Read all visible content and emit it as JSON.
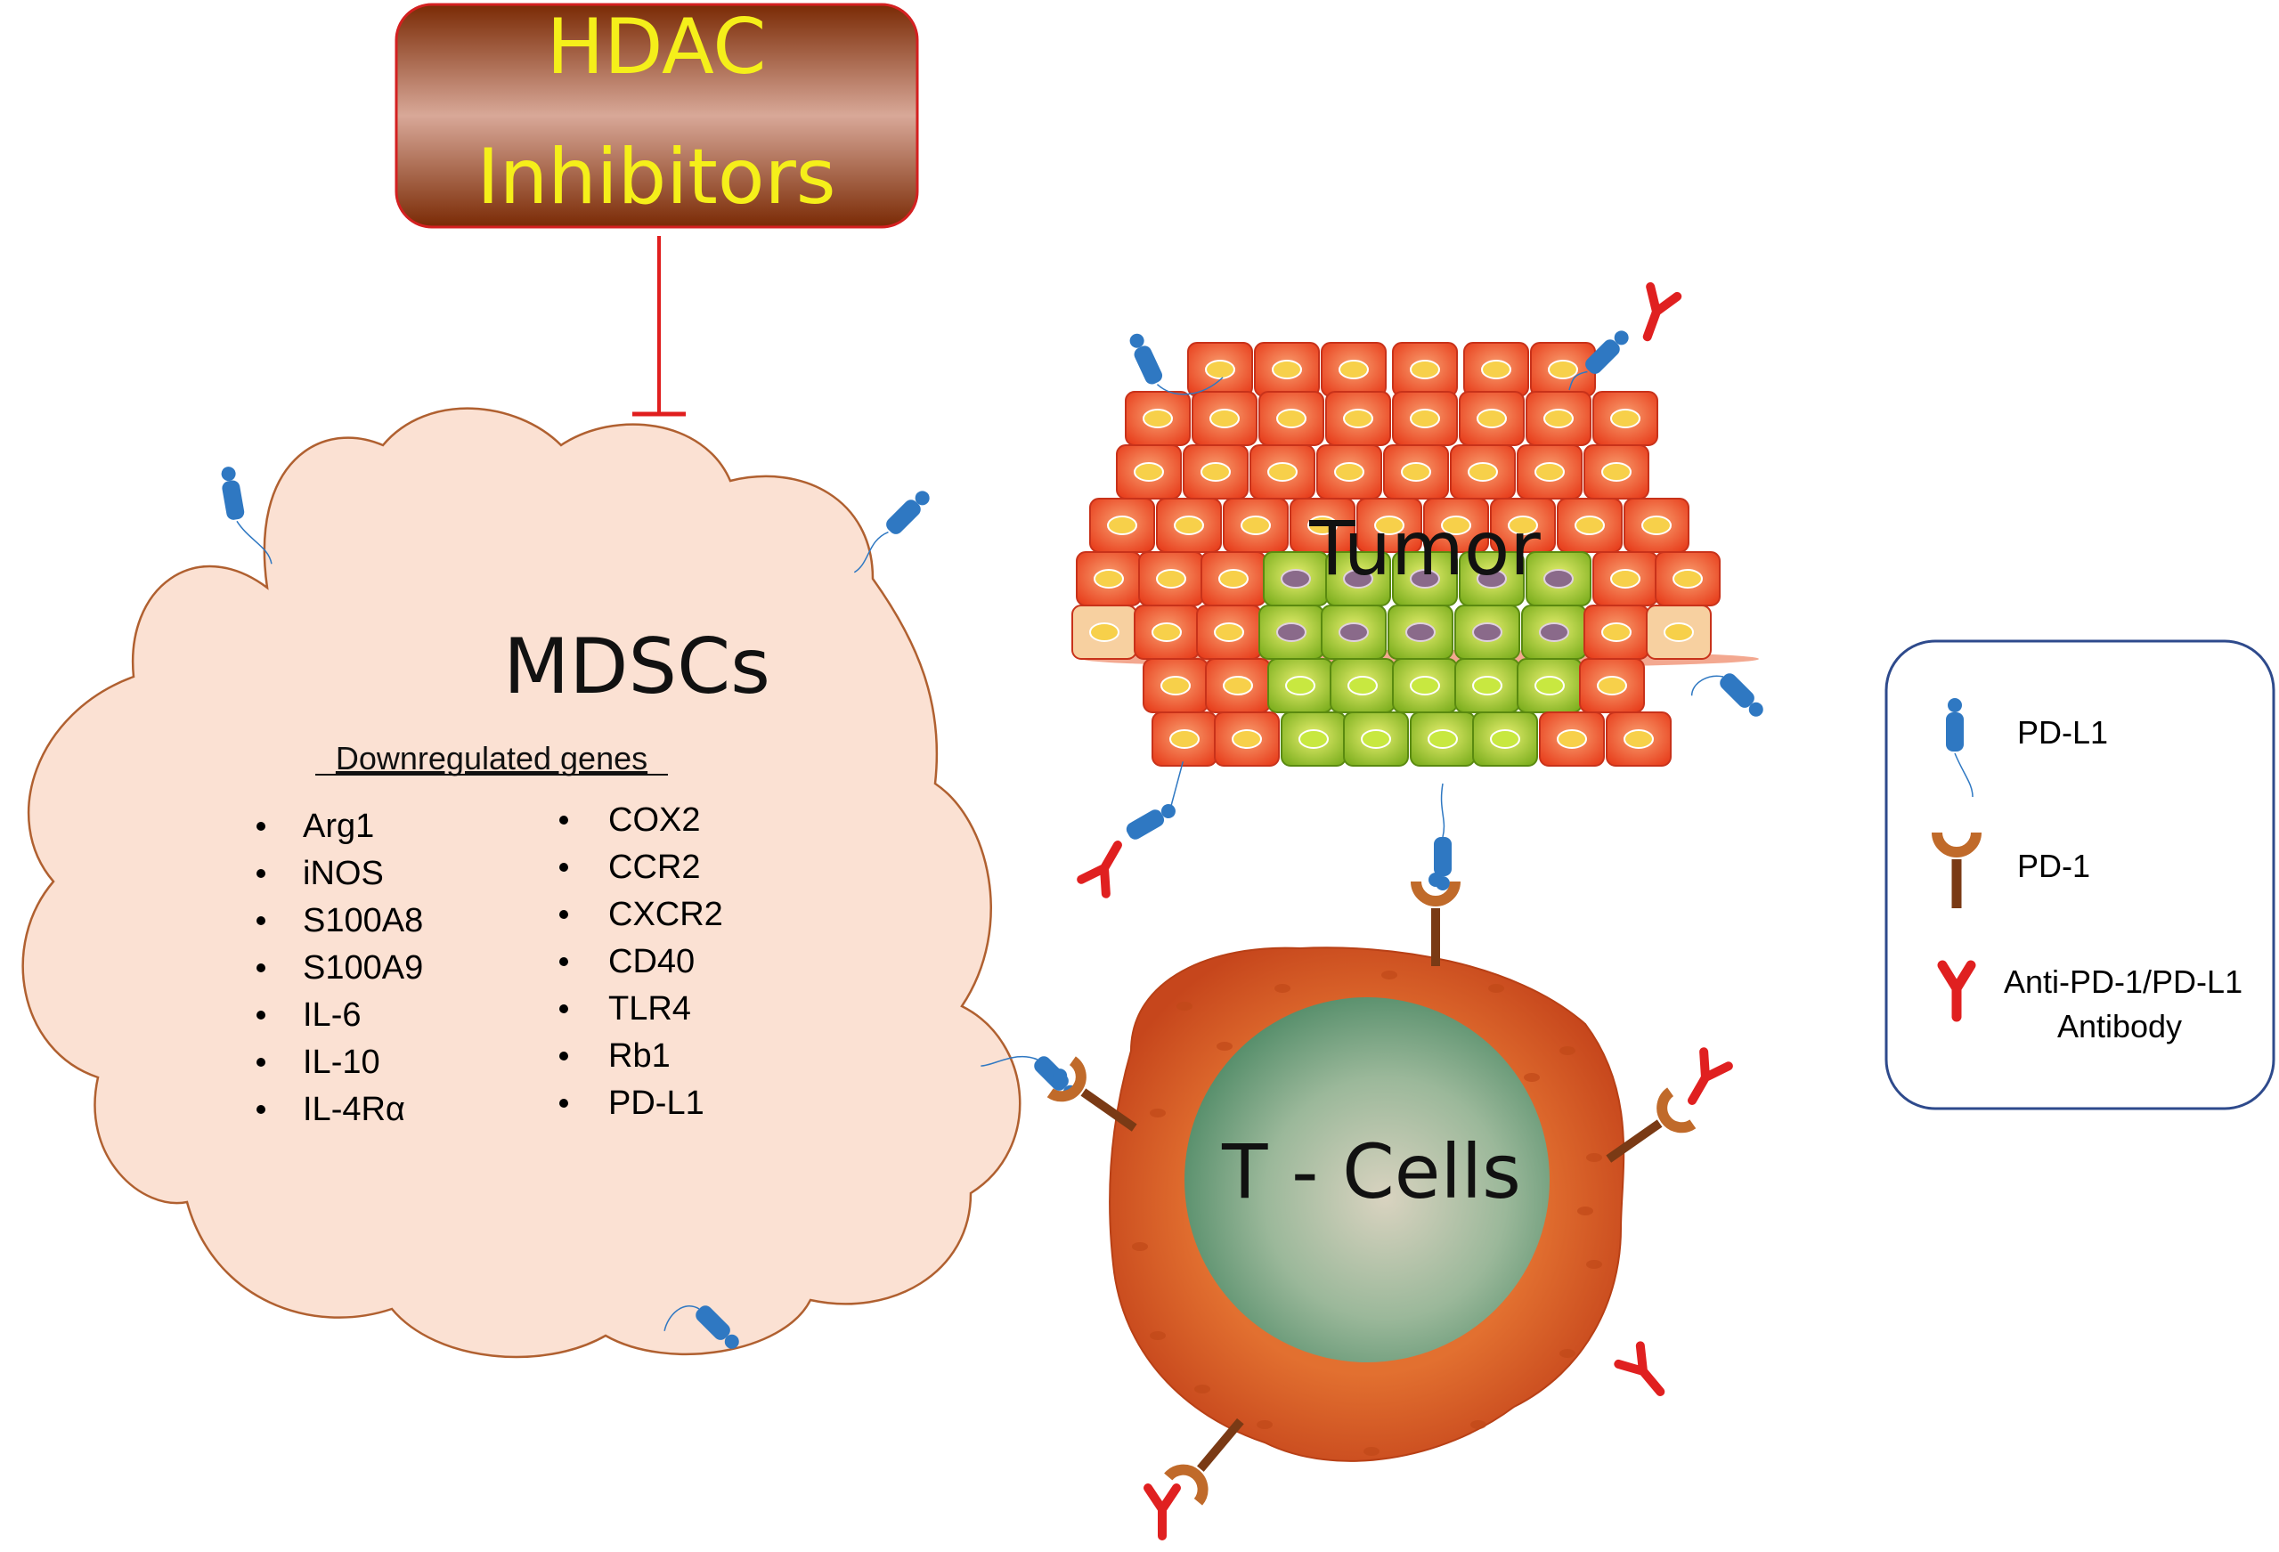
{
  "inhibitor_box": {
    "line1": "HDAC",
    "line2": "Inhibitors",
    "text_color": "#f5ef1a",
    "gradient": [
      "#7a2a05",
      "#d8a898",
      "#7a2a05"
    ],
    "border_color": "#d42020"
  },
  "inhibition_arrow_color": "#e01e1e",
  "mdsc": {
    "title": "MDSCs",
    "subtitle": "Downregulated genes",
    "fill": "#fbe1d3",
    "stroke": "#b06030",
    "genes_left": [
      "Arg1",
      "iNOS",
      "S100A8",
      "S100A9",
      "IL-6",
      "IL-10",
      "IL-4Rα"
    ],
    "genes_right": [
      "COX2",
      "CCR2",
      "CXCR2",
      "CD40",
      "TLR4",
      "Rb1",
      "PD-L1"
    ]
  },
  "tumor": {
    "label": "Tumor",
    "outer_cell_color": "#f0502a",
    "inner_cell_color": "#a8cc30"
  },
  "tcell": {
    "label": "T - Cells",
    "outer_color": "#e0662c",
    "nucleus_color": "#5f9a72"
  },
  "legend": {
    "items": [
      {
        "icon": "pd-l1",
        "label": "PD-L1"
      },
      {
        "icon": "pd-1",
        "label": "PD-1"
      },
      {
        "icon": "antibody",
        "label_line1": "Anti-PD-1/PD-L1",
        "label_line2": "Antibody"
      }
    ],
    "border_color": "#2e4a8c"
  },
  "colors": {
    "pd_l1": "#2f78c2",
    "pd_1": "#c06a2a",
    "antibody": "#e02020"
  }
}
